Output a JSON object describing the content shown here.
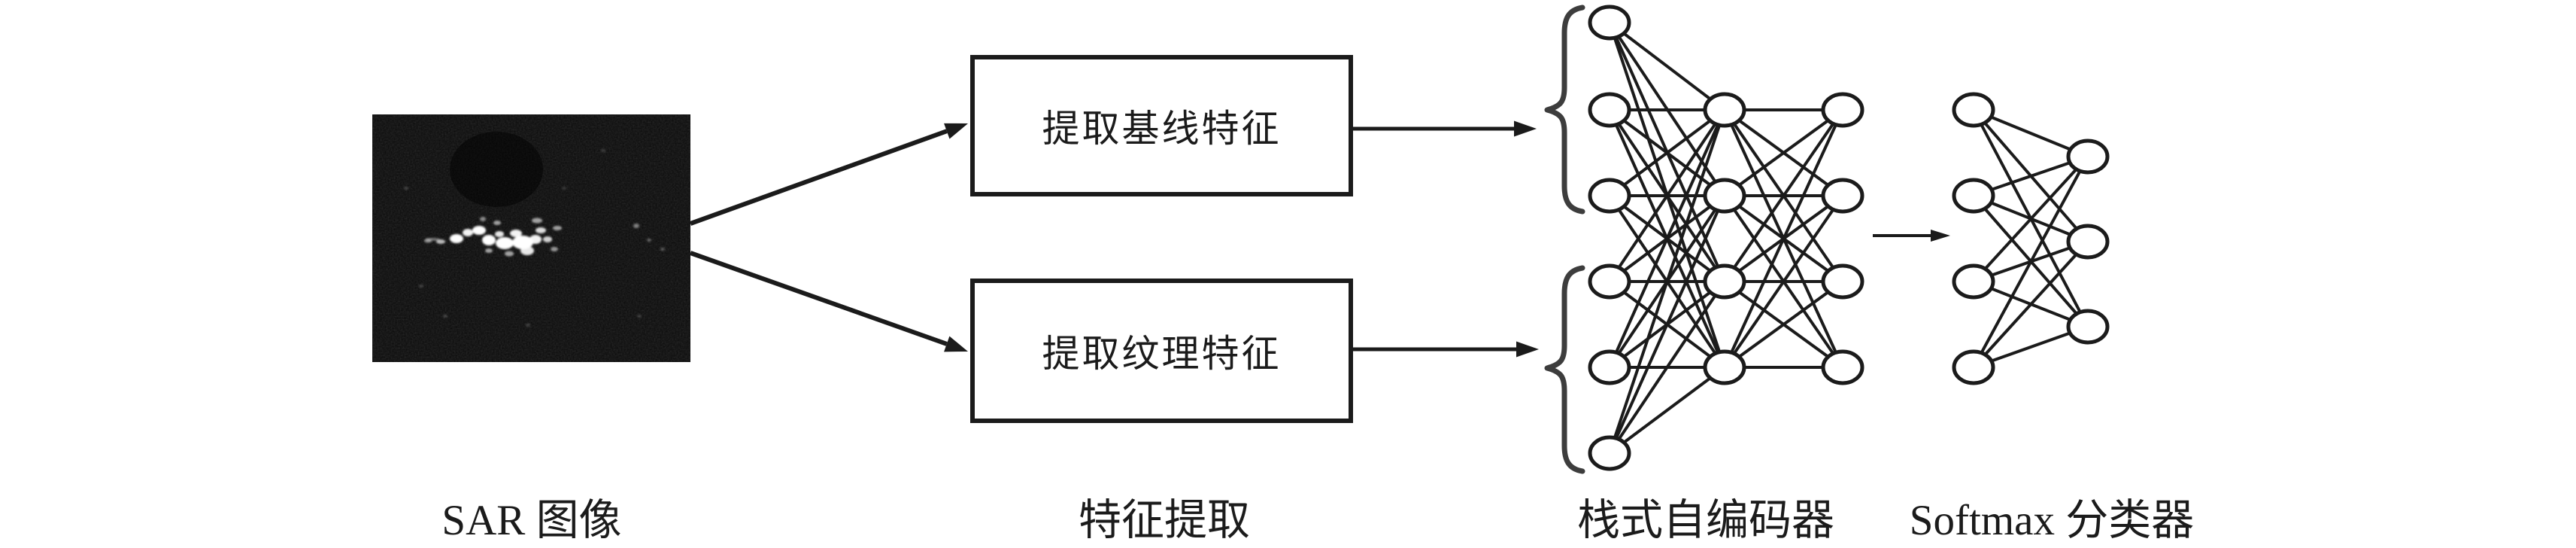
{
  "figure": {
    "captions": {
      "sar_image": "SAR 图像",
      "feature_extraction": "特征提取",
      "stacked_autoencoder": "栈式自编码器",
      "softmax_classifier": "Softmax 分类器"
    },
    "boxes": {
      "baseline": "提取基线特征",
      "texture": "提取纹理特征"
    },
    "colors": {
      "ink": "#1b1b1b",
      "brace": "#3d3d3d",
      "sar_background": "#0a0a0a",
      "node_fill": "#ffffff",
      "background": "#ffffff"
    },
    "networks": {
      "stacked_autoencoder": {
        "layer_sizes": [
          6,
          4,
          4
        ],
        "input_groups": [
          3,
          3
        ]
      },
      "softmax": {
        "layer_sizes": [
          4,
          3
        ]
      }
    }
  }
}
